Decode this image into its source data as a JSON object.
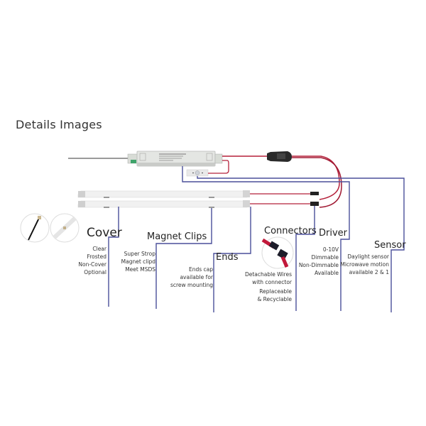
{
  "title": "Details Images",
  "colors": {
    "line": "#4a4f9a",
    "wire_red": "#b5203a",
    "wire_dark": "#1e1e1e",
    "tube": "#eeeeee",
    "driver": "#e2e4e2"
  },
  "components": [
    {
      "id": "cover",
      "heading": "Cover",
      "lines": [
        "Clear",
        "Frosted",
        "Non-Cover",
        "Optional"
      ]
    },
    {
      "id": "magnet-clips",
      "heading": "Magnet Clips",
      "lines": [
        "Super Strop",
        "Magnet clipd",
        "Meet MSDS"
      ]
    },
    {
      "id": "ends",
      "heading": "Ends",
      "lines": [
        "Ends cap",
        "available for",
        "screw mounting"
      ]
    },
    {
      "id": "connectors",
      "heading": "Connectors",
      "lines": [
        "Detachable Wires",
        "with connector"
      ],
      "lines2": [
        "Replaceable",
        "& Recyclable"
      ]
    },
    {
      "id": "driver",
      "heading": "Driver",
      "lines": [
        "0-10V",
        "Dimmable",
        "Non-Dimmable",
        "Available"
      ]
    },
    {
      "id": "sensor",
      "heading": "Sensor",
      "lines": [
        "Daylight sensor",
        "Microwave motion",
        "available 2 & 1"
      ]
    }
  ],
  "images": {
    "driver_icon": "led-driver-icon",
    "sensor_icon": "sensor-icon",
    "tube_icon": "led-tube-icon",
    "cover_detail_icons": [
      "cover-detail-black-icon",
      "cover-detail-clear-icon"
    ],
    "connector_icon": "wire-connector-icon"
  }
}
